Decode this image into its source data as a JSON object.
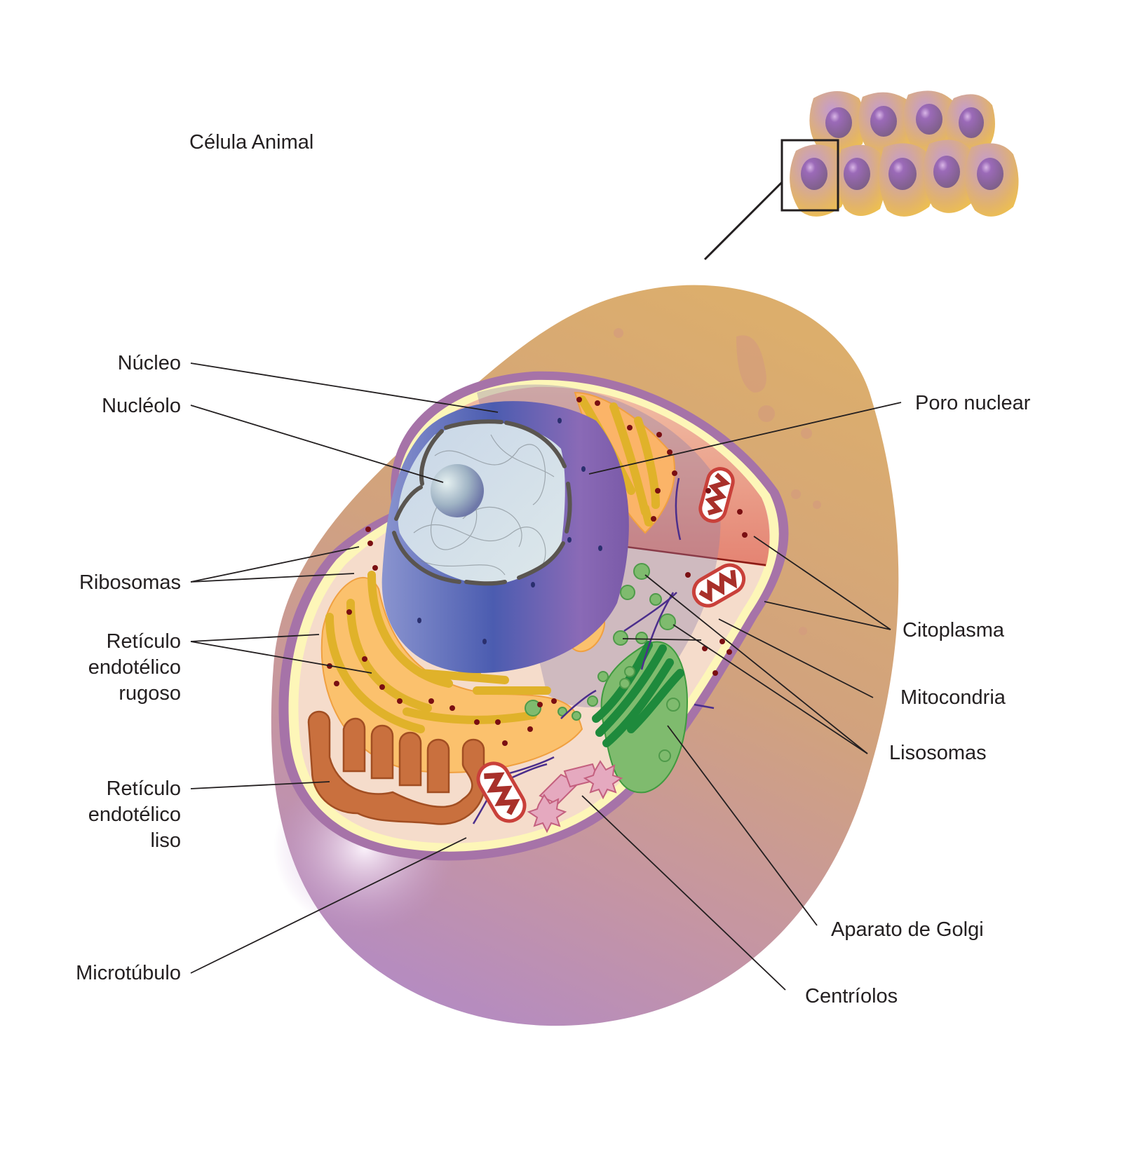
{
  "title": "Célula Animal",
  "labels": {
    "nucleo": "Núcleo",
    "nucleolo": "Nucléolo",
    "ribosomas": "Ribosomas",
    "rer": [
      "Retículo",
      "endotélico",
      "rugoso"
    ],
    "ser": [
      "Retículo",
      "endotélico",
      "liso"
    ],
    "microtubulo": "Microtúbulo",
    "poro_nuclear": "Poro nuclear",
    "citoplasma": "Citoplasma",
    "mitocondria": "Mitocondria",
    "lisosomas": "Lisosomas",
    "golgi": "Aparato de Golgi",
    "centriolos": "Centríolos"
  },
  "colors": {
    "cell_outer_top": "#d9ab6e",
    "cell_outer_bottom": "#b88cc0",
    "membrane_purple": "#a673a8",
    "membrane_yellow": "#fdf6b8",
    "cytoplasm": "#f5dccb",
    "cytoplasm_red": "#e37a66",
    "nucleus_blue": "#4e5fb0",
    "nucleus_purple": "#8c68b3",
    "rer_orange": "#fbc16d",
    "rer_gold": "#e0b22a",
    "ser_brown": "#c9703e",
    "golgi_green": "#1e8a3c",
    "lysosome_green": "#7fbb6e",
    "mitochondria_red": "#c9403a",
    "centriole_pink": "#e5a9bf",
    "ribosome": "#7a0f12",
    "microtubule": "#4b2e8c"
  }
}
